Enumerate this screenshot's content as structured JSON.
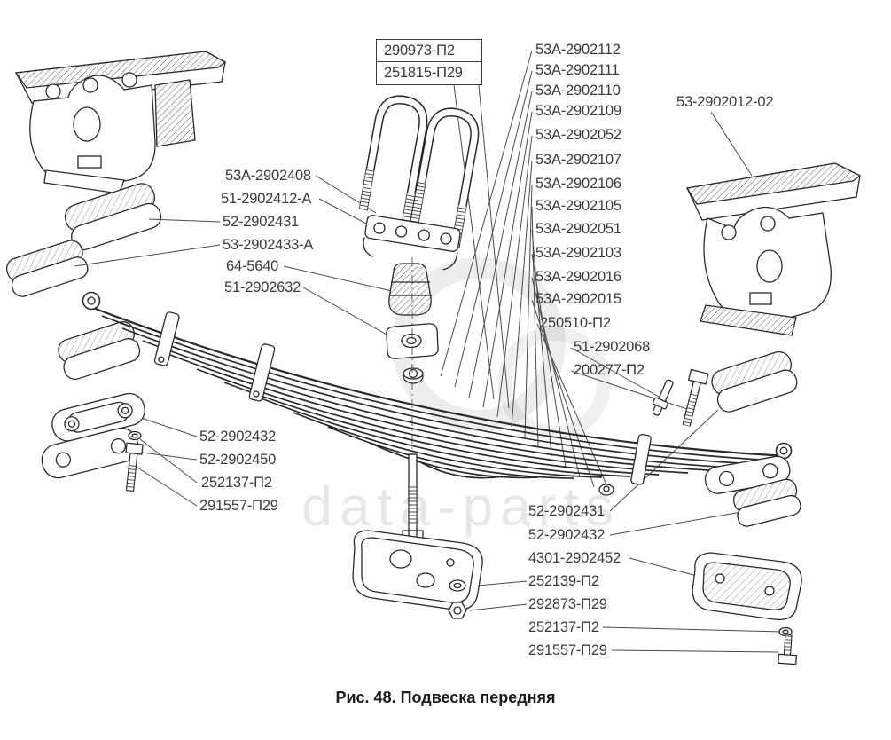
{
  "figure": {
    "caption": "Рис. 48. Подвеска передняя",
    "watermark": "data-parts"
  },
  "labels": {
    "boxed": [
      "290973-П2",
      "251815-П29"
    ],
    "right_column": [
      "53А-2902112",
      "53А-2902111",
      "53А-2902110",
      "53А-2902109",
      "53А-2902052",
      "53А-2902107",
      "53А-2902106",
      "53А-2902105",
      "53А-2902051",
      "53А-2902103",
      "53А-2902016",
      "53А-2902015"
    ],
    "right_lower": [
      "250510-П2",
      "51-2902068",
      "200277-П2"
    ],
    "bracket_right": "53-2902012-02",
    "left_column": [
      "53А-2902408",
      "51-2902412-А",
      "52-2902431",
      "53-2902433-А",
      "64-5640",
      "51-2902632"
    ],
    "lower_left": [
      "52-2902432",
      "52-2902450",
      "252137-П2",
      "291557-П29"
    ],
    "lower_right": [
      "52-2902431",
      "52-2902432",
      "4301-2902452",
      "252139-П2",
      "292873-П29",
      "252137-П2",
      "291557-П29"
    ]
  }
}
